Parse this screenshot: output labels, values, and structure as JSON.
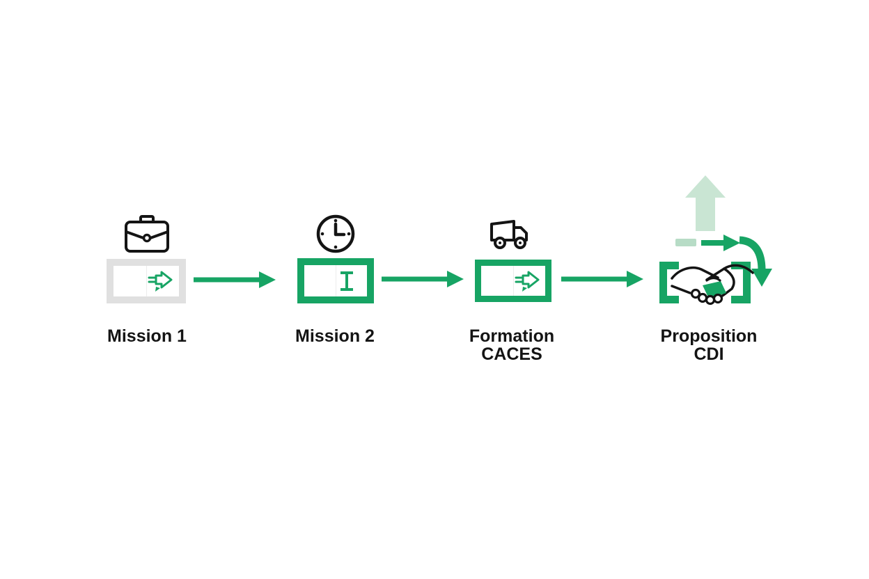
{
  "diagram": {
    "type": "flow",
    "direction": "left-to-right",
    "steps": [
      {
        "id": "mission-1",
        "top_icon": "briefcase-icon",
        "box_style": "gray-frame",
        "box_glyph": "exit-arrow-icon",
        "lines": [
          "Mission 1"
        ]
      },
      {
        "id": "mission-2",
        "top_icon": "clock-icon",
        "box_style": "green-frame",
        "box_glyph": "i-beam-cursor-icon",
        "lines": [
          "Mission 2"
        ]
      },
      {
        "id": "formation-caces",
        "top_icon": "truck-icon",
        "box_style": "green-frame",
        "box_glyph": "exit-arrow-icon",
        "lines": [
          "Formation",
          "CACES"
        ]
      },
      {
        "id": "proposition-cdi",
        "top_icon": "up-arrow-icon",
        "box_style": "green-brackets",
        "box_glyph": "handshake-icon",
        "decor_icons": [
          "dash-icon",
          "right-arrow-icon",
          "curved-down-arrow-icon"
        ],
        "lines": [
          "Proposition",
          "CDI"
        ]
      }
    ],
    "connectors": [
      {
        "icon": "right-arrow-icon"
      },
      {
        "icon": "right-arrow-icon"
      },
      {
        "icon": "right-arrow-icon"
      }
    ]
  },
  "colors": {
    "accent_green": "#17a464",
    "pale_green": "#c9e5d3",
    "dash_green": "#b7dcc6",
    "box_gray": "#e0e0e0",
    "ink": "#141414",
    "background": "#ffffff"
  }
}
